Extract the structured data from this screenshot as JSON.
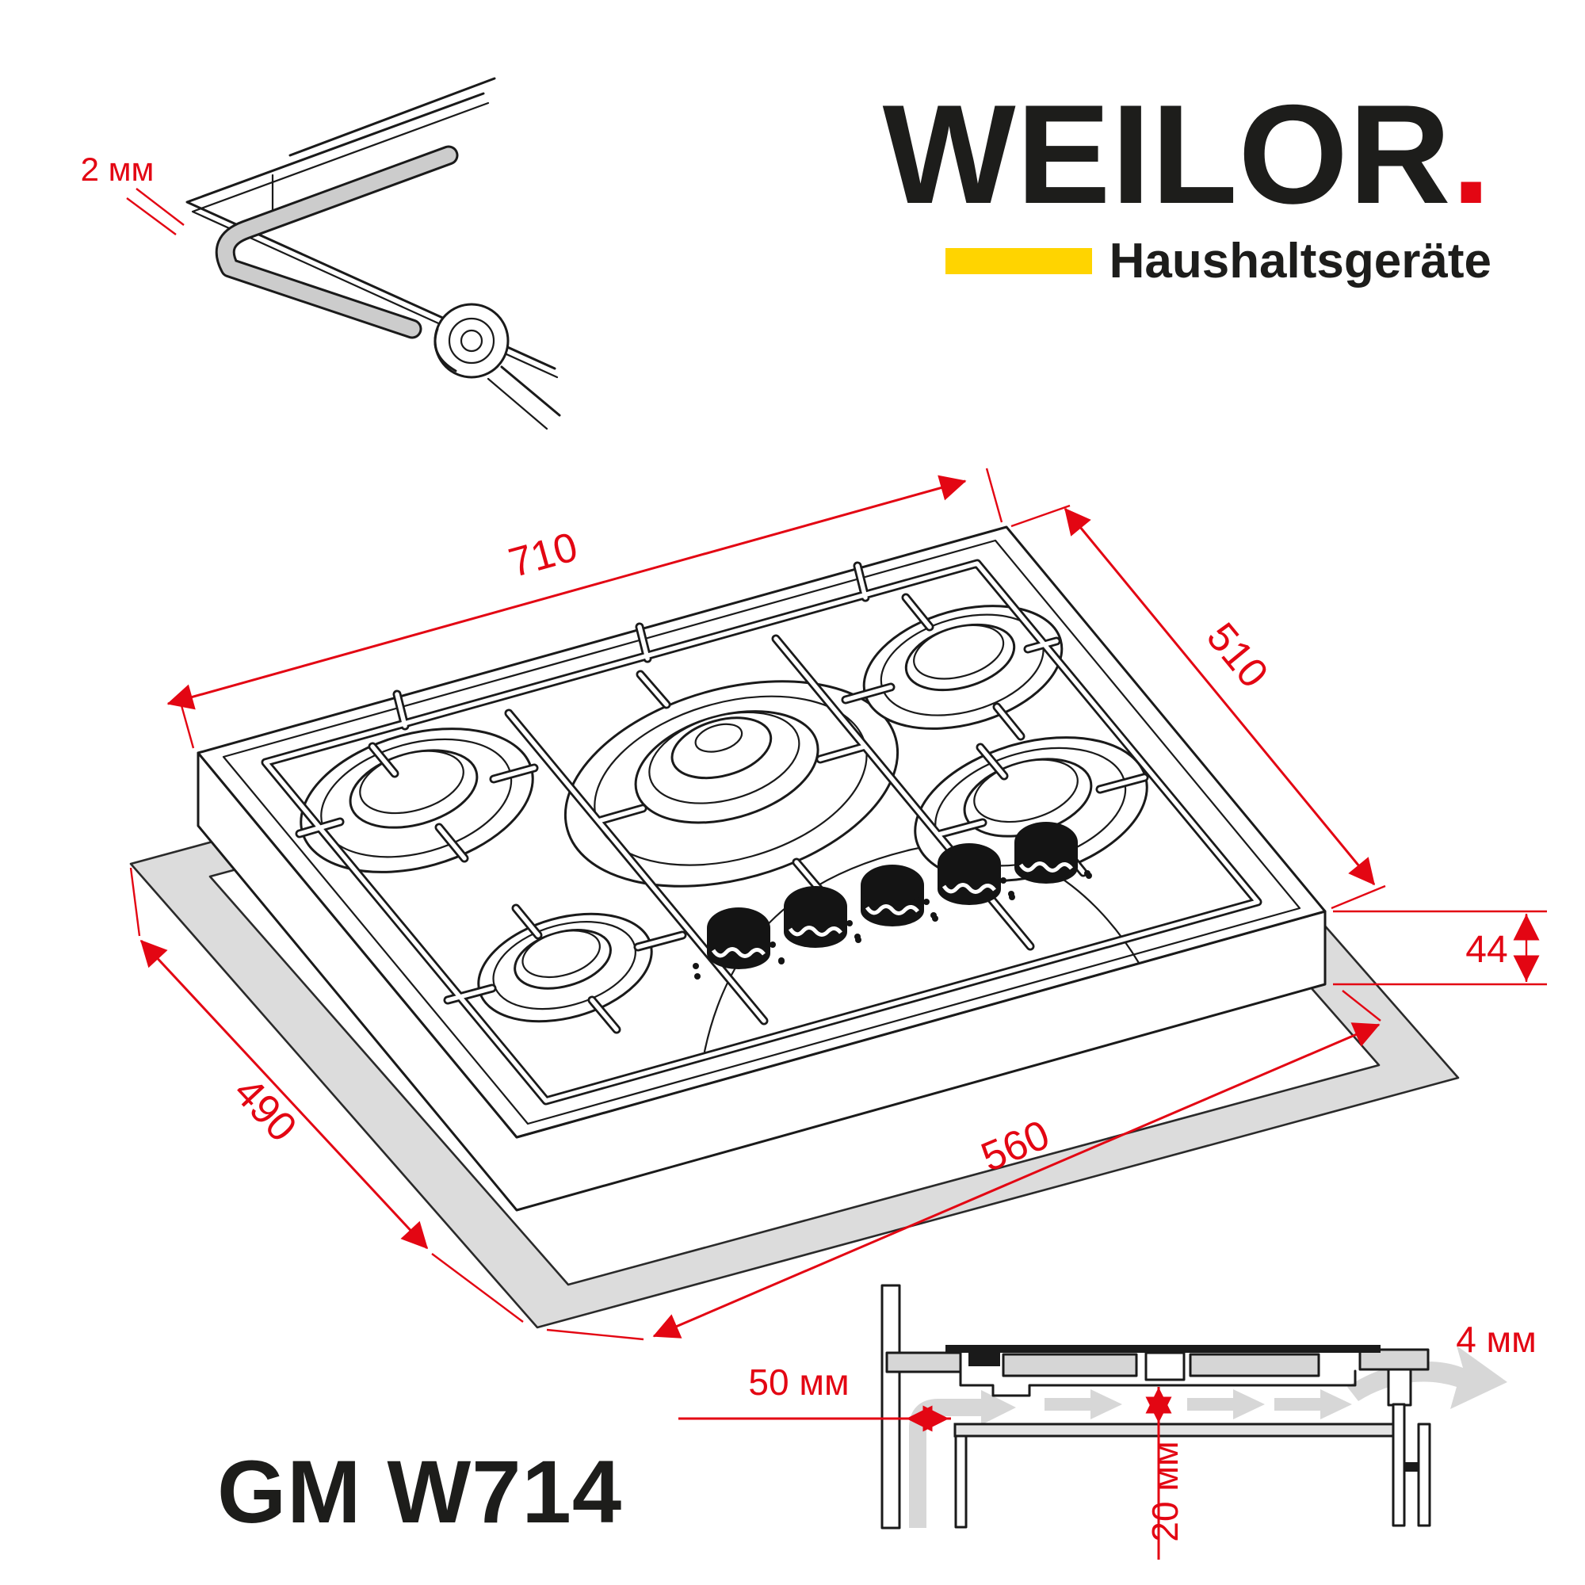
{
  "brand": {
    "wordmark": "WEILOR",
    "dot": ".",
    "tagline": "Haushaltsgeräte",
    "red": "#e30613",
    "yellow": "#ffd400"
  },
  "model": {
    "label": "GM W714"
  },
  "gasket_detail": {
    "dimension_label": "2 мм"
  },
  "hob_drawing": {
    "dim_width": "710",
    "dim_depth": "510",
    "dim_height": "44",
    "dim_cutout_depth": "490",
    "dim_cutout_width": "560",
    "burner_count": 5,
    "knob_count": 5
  },
  "installation_section": {
    "dim_side_clearance": "50 мм",
    "dim_under_clearance": "20 мм",
    "dim_rear_gap": "4 мм"
  },
  "colors": {
    "line": "#1a1a1a",
    "dimension": "#e30613",
    "shade": "#d6d6d6",
    "cutout_band": "#dcdcdc",
    "airflow_arrow": "#d7d7d7"
  }
}
